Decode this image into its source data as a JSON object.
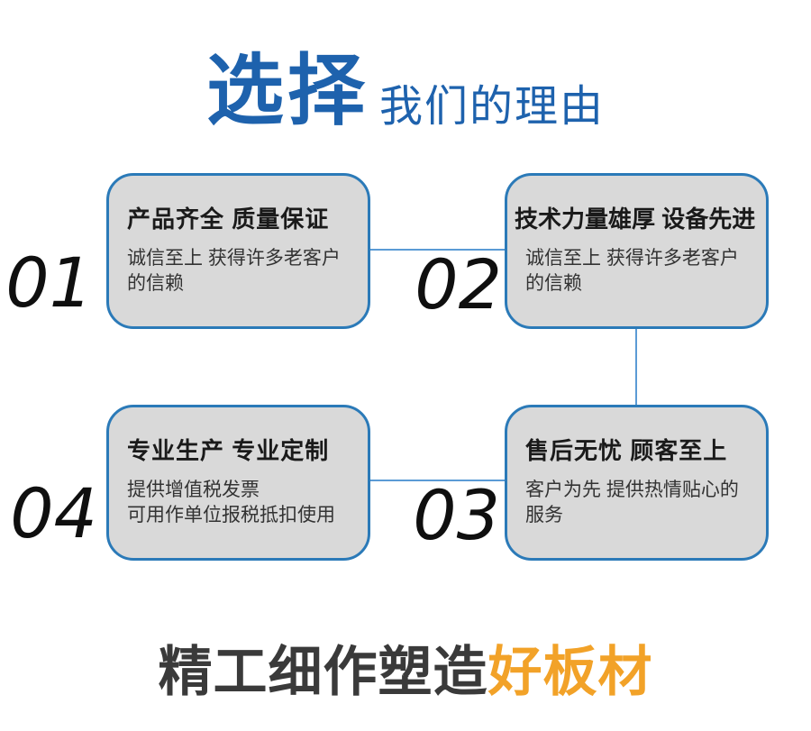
{
  "header": {
    "title_main": "选择",
    "title_sub": "我们的理由"
  },
  "reasons": [
    {
      "number": "01",
      "title": "产品齐全 质量保证",
      "desc": "诚信至上 获得许多老客户\n的信赖"
    },
    {
      "number": "02",
      "title": "技术力量雄厚 设备先进",
      "desc": "诚信至上 获得许多老客户\n的信赖"
    },
    {
      "number": "03",
      "title": "售后无忧 顾客至上",
      "desc": "客户为先 提供热情贴心的\n服务"
    },
    {
      "number": "04",
      "title": "专业生产 专业定制",
      "desc": "提供增值税发票\n可用作单位报税抵扣使用"
    }
  ],
  "footer": {
    "dark_text": "精工细作塑造",
    "accent_text": "好板材"
  },
  "colors": {
    "background": "#ffffff",
    "title_blue": "#1e62ad",
    "box_border": "#2b7ab8",
    "box_fill": "#d9d9d9",
    "box_title_text": "#1a1a1a",
    "box_desc_text": "#333333",
    "connector": "#5b9bd5",
    "number_black": "#0f0f0f",
    "footer_dark": "#3a3a3a",
    "accent_orange": "#f2a228"
  }
}
